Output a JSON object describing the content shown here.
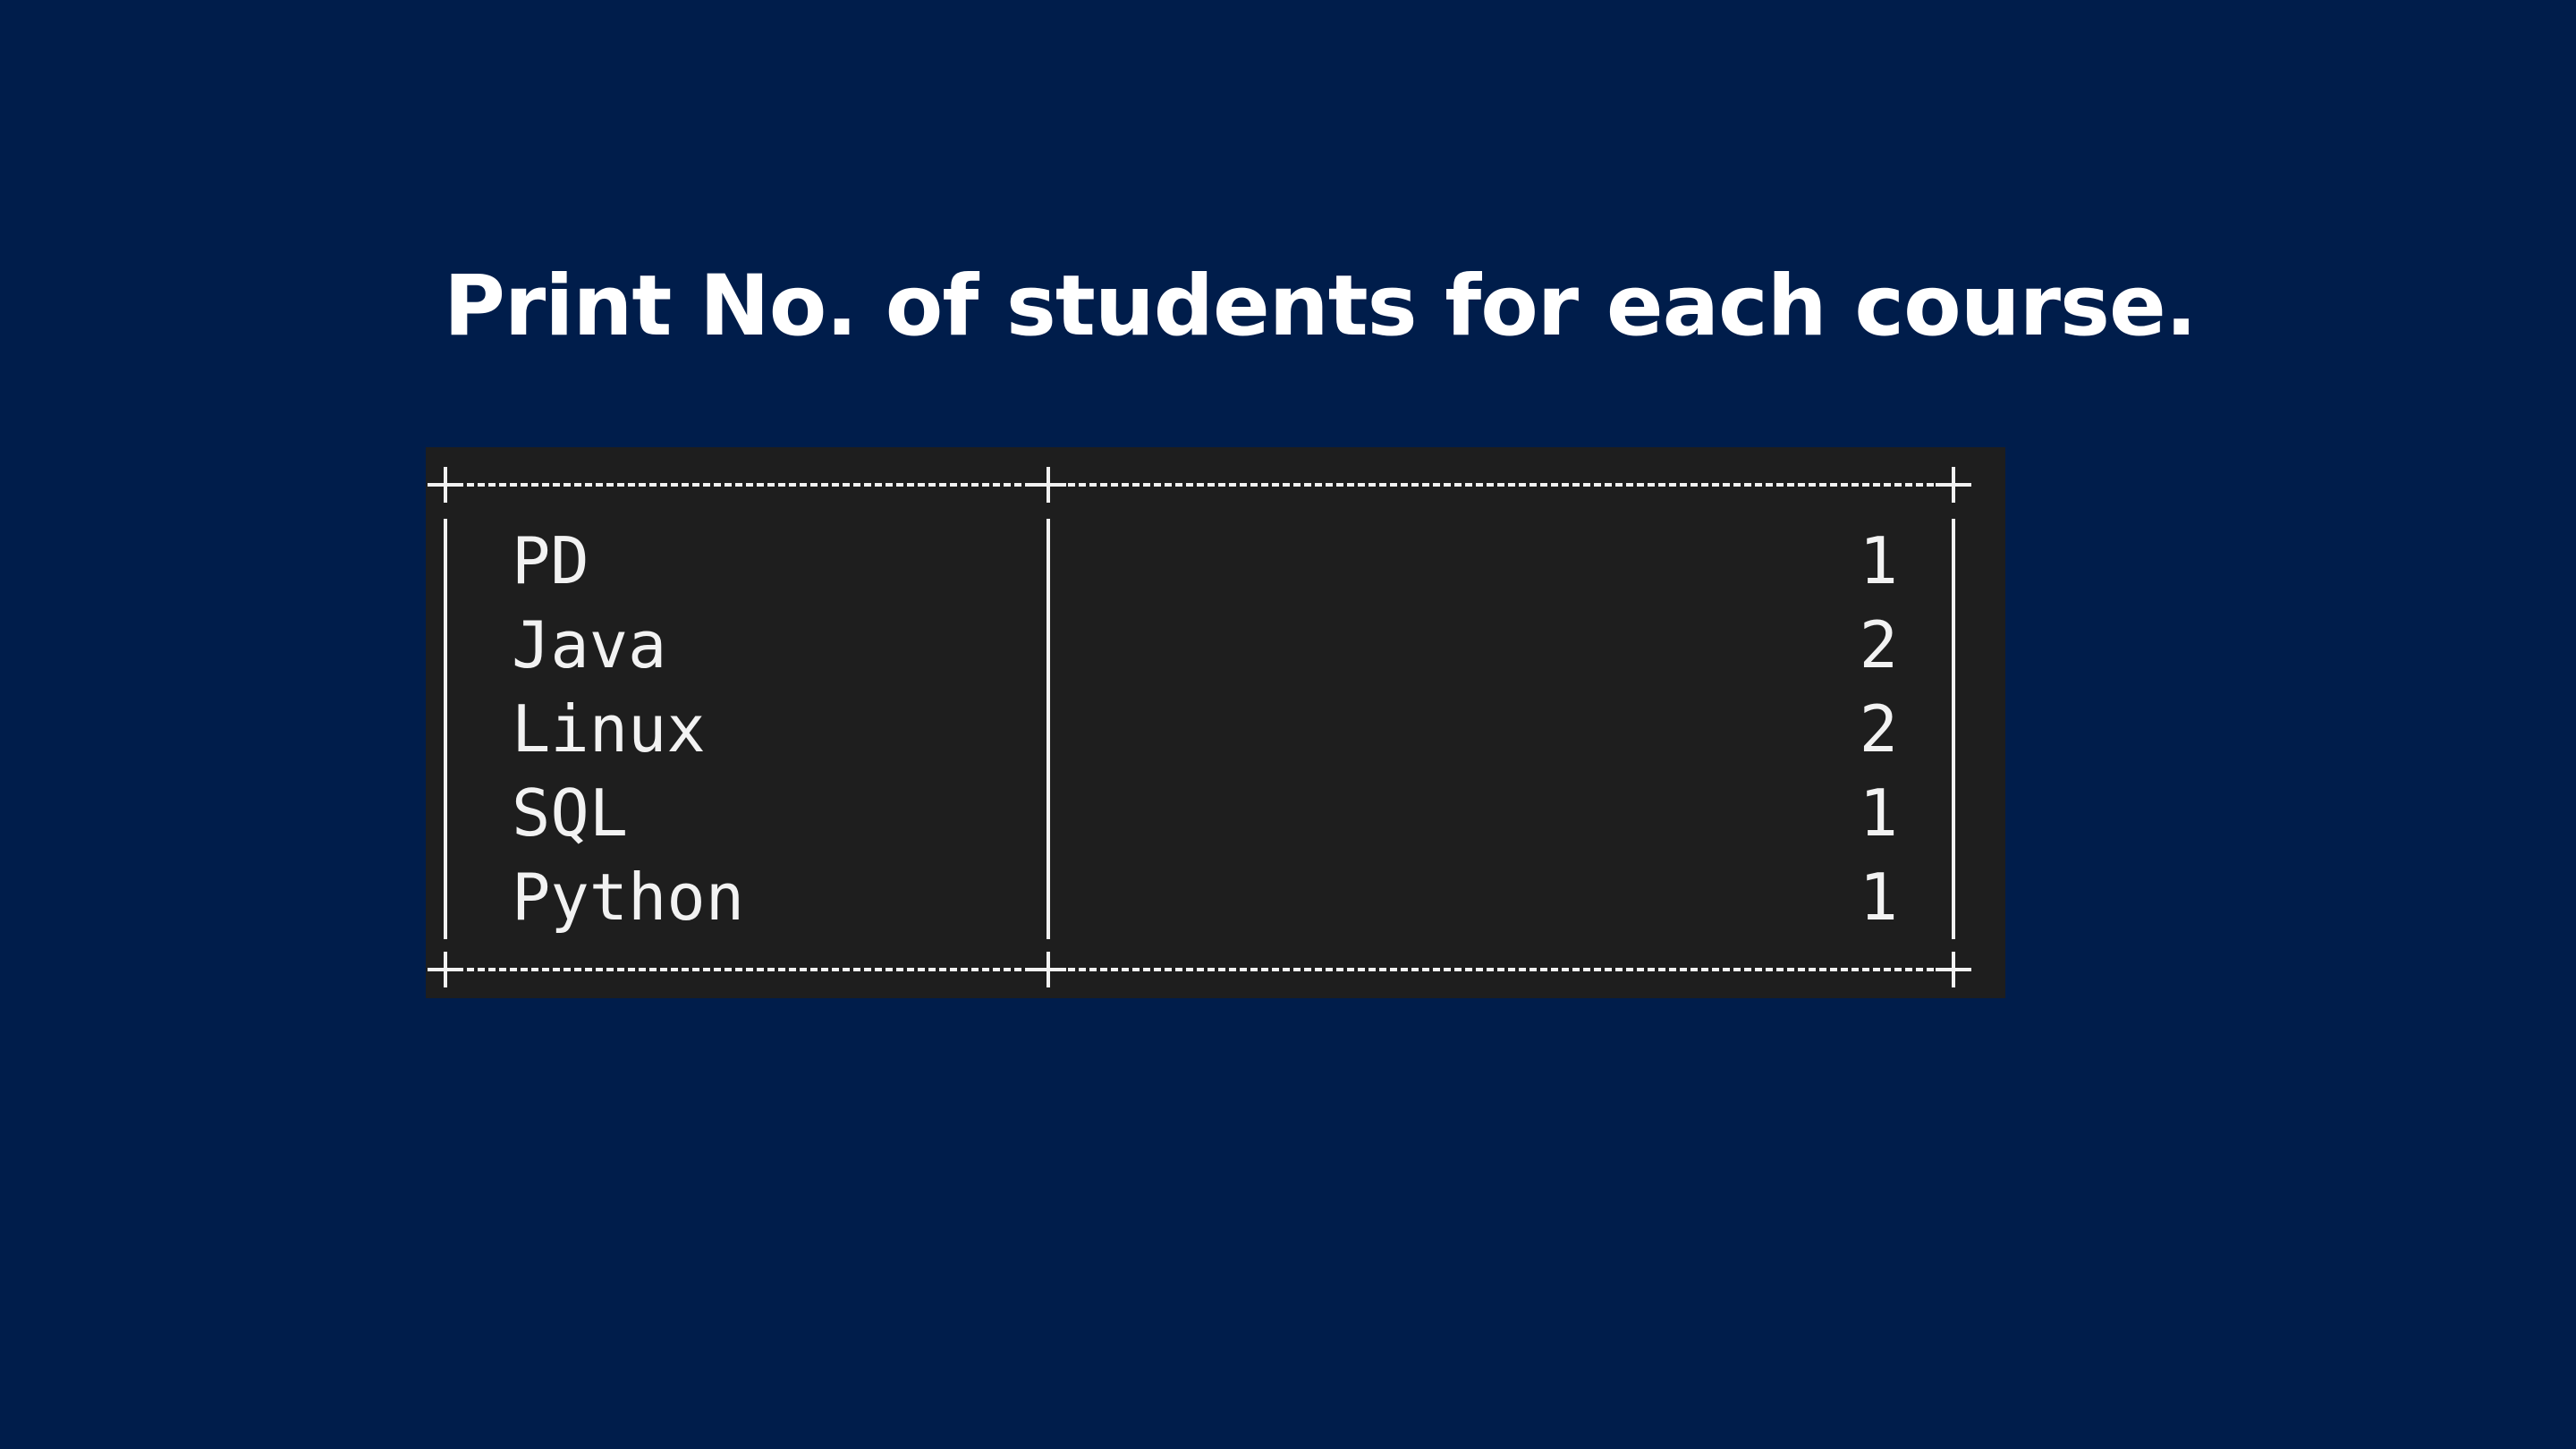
{
  "slide": {
    "title": "Print No. of students for each course."
  },
  "table": {
    "rows": [
      {
        "course": "PD",
        "count": "1"
      },
      {
        "course": "Java",
        "count": "2"
      },
      {
        "course": "Linux",
        "count": "2"
      },
      {
        "course": "SQL",
        "count": "1"
      },
      {
        "course": "Python",
        "count": "1"
      }
    ]
  },
  "colors": {
    "background": "#001d4b",
    "terminal_background": "#1e1e1e",
    "text": "#f2f2f2",
    "title": "#ffffff"
  }
}
